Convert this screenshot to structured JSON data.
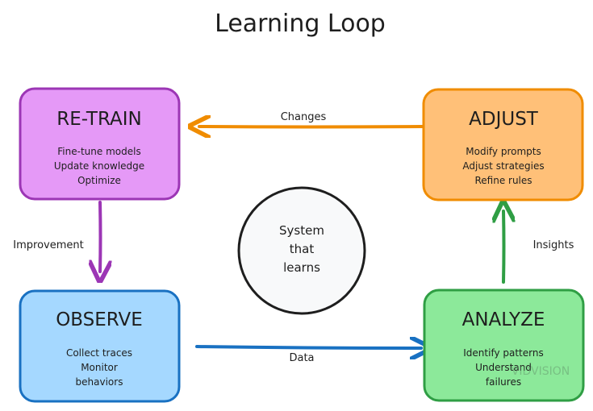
{
  "title": "Learning Loop",
  "nodes": {
    "retrain": {
      "heading": "RE-TRAIN",
      "lines": [
        "Fine-tune models",
        "Update knowledge",
        "Optimize"
      ],
      "fill": "#e599f7",
      "stroke": "#9c36b5"
    },
    "adjust": {
      "heading": "ADJUST",
      "lines": [
        "Modify prompts",
        "Adjust strategies",
        "Refine rules"
      ],
      "fill": "#ffc078",
      "stroke": "#f08c00"
    },
    "observe": {
      "heading": "OBSERVE",
      "lines": [
        "Collect traces",
        "Monitor",
        "behaviors"
      ],
      "fill": "#a5d8ff",
      "stroke": "#1971c2"
    },
    "analyze": {
      "heading": "ANALYZE",
      "lines": [
        "Identify patterns",
        "Understand",
        "failures"
      ],
      "fill": "#8ce99a",
      "stroke": "#2f9e44"
    }
  },
  "center": {
    "lines": [
      "System",
      "that",
      "learns"
    ],
    "fill": "#f8f9fa",
    "stroke": "#1e1e1e"
  },
  "edges": {
    "changes": {
      "label": "Changes",
      "color": "#f08c00"
    },
    "improvement": {
      "label": "Improvement",
      "color": "#9c36b5"
    },
    "data": {
      "label": "Data",
      "color": "#1971c2"
    },
    "insights": {
      "label": "Insights",
      "color": "#2f9e44"
    }
  },
  "watermark": "VIDVISION"
}
